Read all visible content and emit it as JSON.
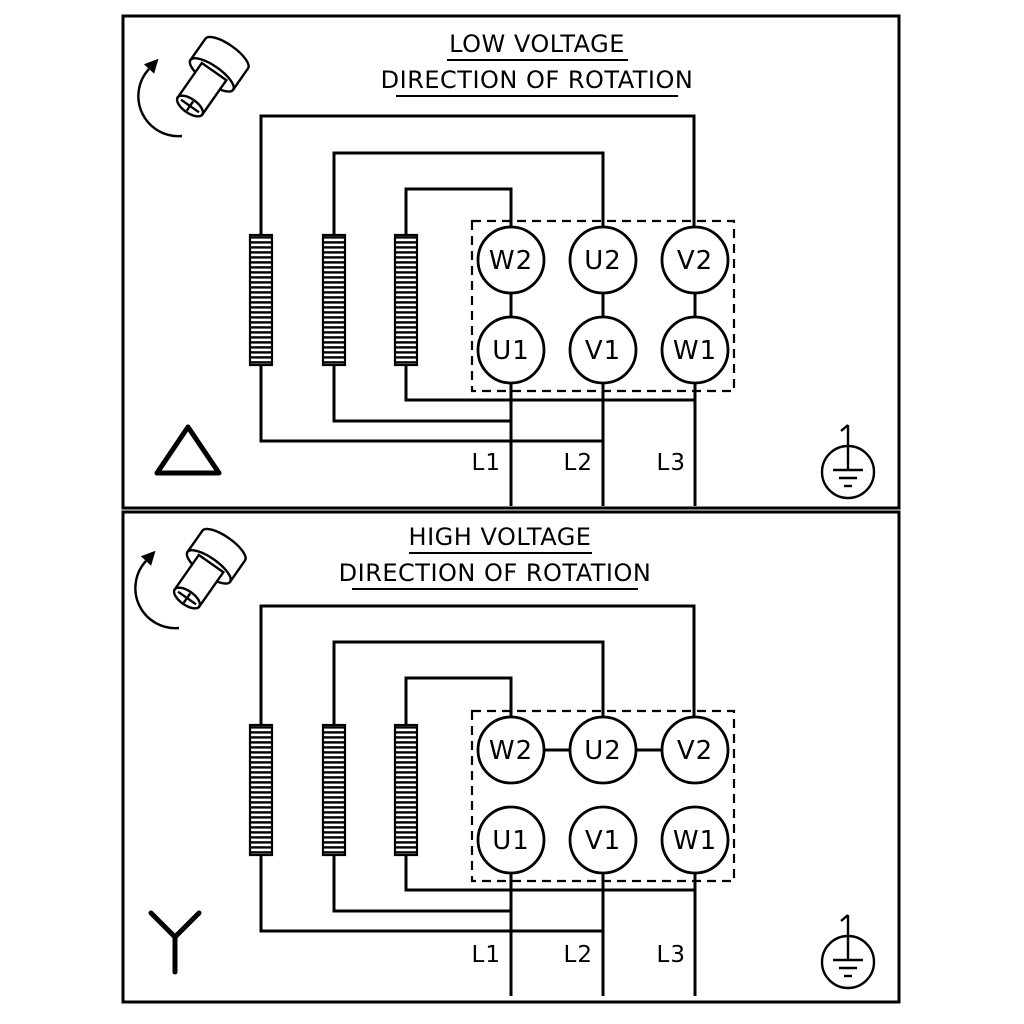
{
  "colors": {
    "background": "#ffffff",
    "ink": "#000000"
  },
  "panels": [
    {
      "title": "LOW VOLTAGE",
      "subtitle": "DIRECTION OF ROTATION",
      "connection": "delta",
      "terminals": {
        "top_row": [
          "W2",
          "U2",
          "V2"
        ],
        "bottom_row": [
          "U1",
          "V1",
          "W1"
        ]
      },
      "line_labels": [
        "L1",
        "L2",
        "L3"
      ],
      "symbols": [
        "rotation-direction",
        "delta-connection",
        "earth-ground"
      ]
    },
    {
      "title": "HIGH VOLTAGE",
      "subtitle": "DIRECTION OF ROTATION",
      "connection": "star",
      "terminals": {
        "top_row": [
          "W2",
          "U2",
          "V2"
        ],
        "bottom_row": [
          "U1",
          "V1",
          "W1"
        ]
      },
      "line_labels": [
        "L1",
        "L2",
        "L3"
      ],
      "symbols": [
        "rotation-direction",
        "star-connection",
        "earth-ground"
      ]
    }
  ]
}
